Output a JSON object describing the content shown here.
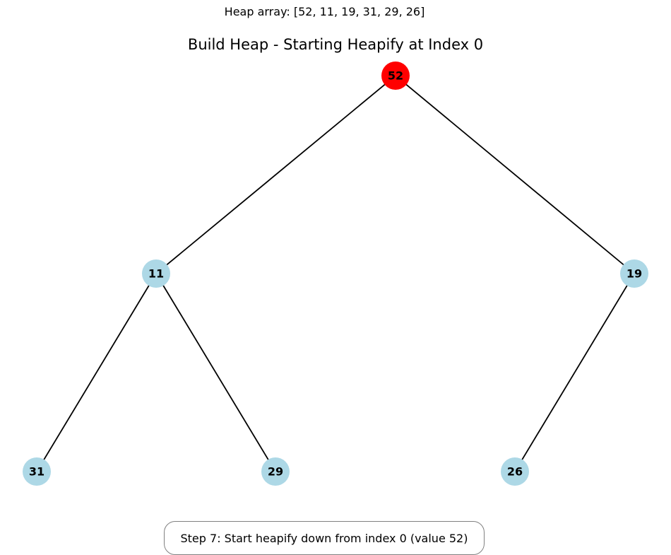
{
  "header": {
    "heap_array_text": "Heap array: [52, 11, 19, 31, 29, 26]"
  },
  "title": "Build Heap - Starting Heapify at Index 0",
  "step_text": "Step 7: Start heapify down from index 0 (value 52)",
  "colors": {
    "highlight": "#ff0000",
    "default_node": "#add8e6",
    "edge": "#000000"
  },
  "heap": {
    "values": [
      52,
      11,
      19,
      31,
      29,
      26
    ],
    "highlighted_index": 0,
    "nodes": [
      {
        "index": 0,
        "label": "52",
        "highlighted": true
      },
      {
        "index": 1,
        "label": "11",
        "highlighted": false
      },
      {
        "index": 2,
        "label": "19",
        "highlighted": false
      },
      {
        "index": 3,
        "label": "31",
        "highlighted": false
      },
      {
        "index": 4,
        "label": "29",
        "highlighted": false
      },
      {
        "index": 5,
        "label": "26",
        "highlighted": false
      }
    ],
    "edges": [
      {
        "from": 0,
        "to": 1
      },
      {
        "from": 0,
        "to": 2
      },
      {
        "from": 1,
        "to": 3
      },
      {
        "from": 1,
        "to": 4
      },
      {
        "from": 2,
        "to": 5
      }
    ]
  }
}
